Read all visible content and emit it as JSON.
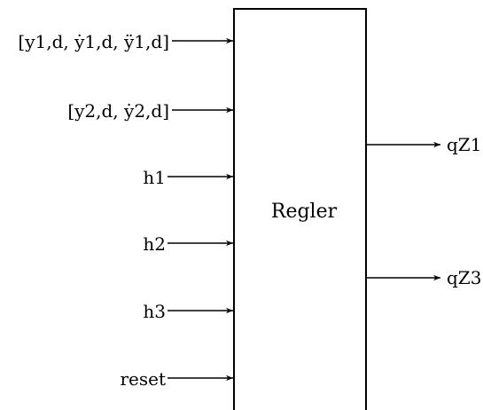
{
  "block": {
    "label": "Regler"
  },
  "inputs": [
    {
      "id": "y1d",
      "label": "[y1,d, ẏ1,d, ÿ1,d]"
    },
    {
      "id": "y2d",
      "label": "[y2,d, ẏ2,d]"
    },
    {
      "id": "h1",
      "label": "h1"
    },
    {
      "id": "h2",
      "label": "h2"
    },
    {
      "id": "h3",
      "label": "h3"
    },
    {
      "id": "reset",
      "label": "reset"
    }
  ],
  "outputs": [
    {
      "id": "qZ1",
      "label": "qZ1"
    },
    {
      "id": "qZ3",
      "label": "qZ3"
    }
  ],
  "colors": {
    "stroke": "#000000",
    "background": "#ffffff"
  }
}
